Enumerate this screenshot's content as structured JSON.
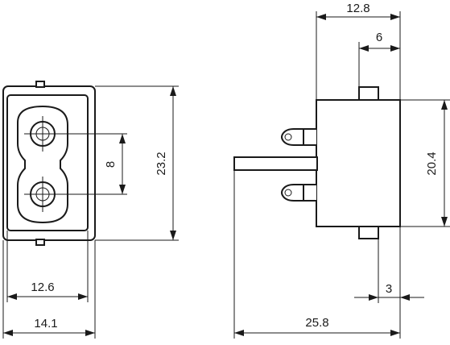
{
  "dimensions": {
    "front_width_inner": "12.6",
    "front_width_outer": "14.1",
    "front_height": "23.2",
    "pin_spacing": "8",
    "side_top_width": "12.8",
    "side_top_offset": "6",
    "side_body_height": "20.4",
    "side_flange": "3",
    "side_total_length": "25.8"
  }
}
